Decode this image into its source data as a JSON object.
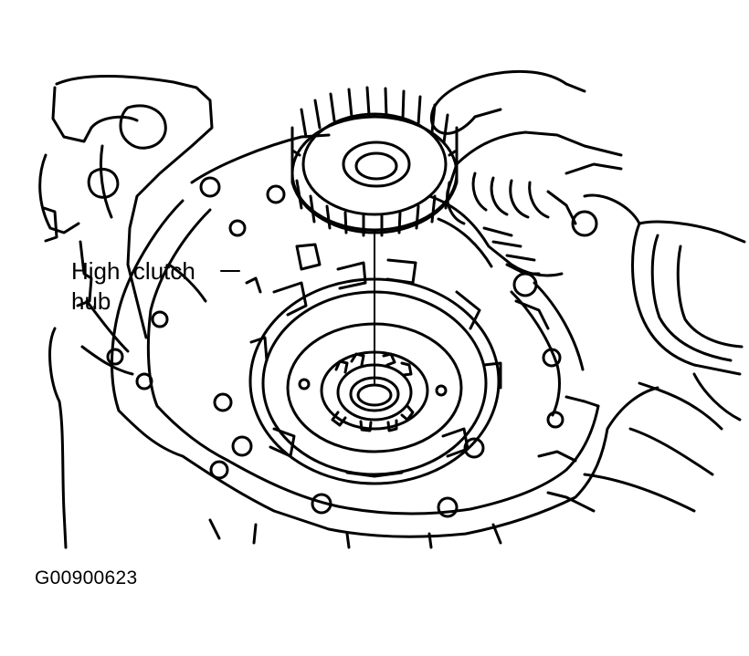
{
  "diagram": {
    "callout": {
      "line1": "High  clutch",
      "line2": "hub"
    },
    "figure_code": "G00900623"
  },
  "colors": {
    "line": "#000000",
    "background": "#ffffff"
  }
}
